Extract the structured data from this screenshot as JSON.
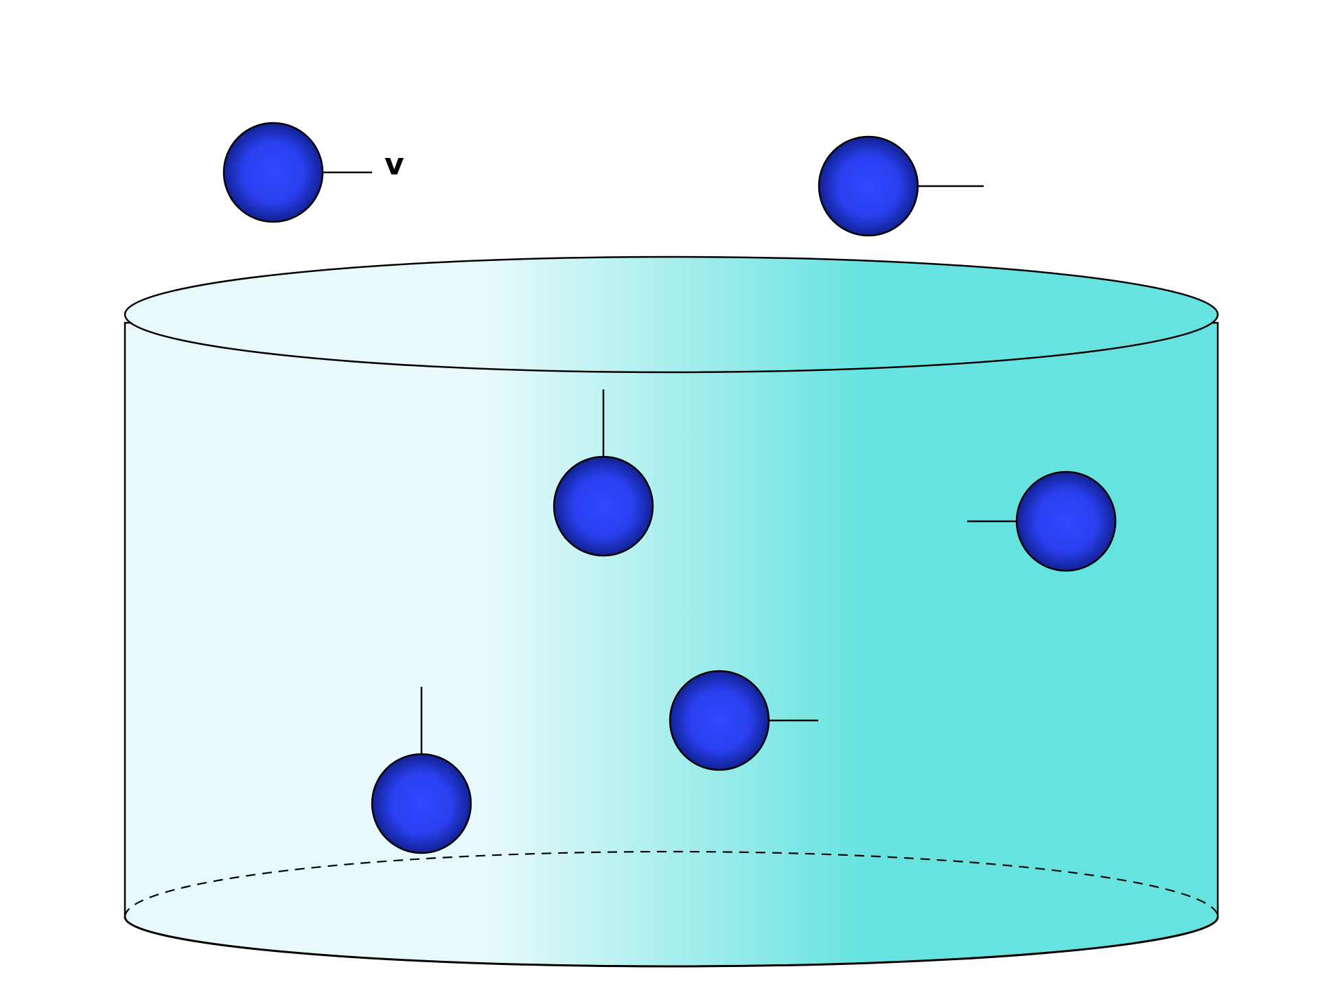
{
  "diagram": {
    "velocity_symbol": "v",
    "colors": {
      "liquid_light": "#e8f9fb",
      "liquid_dark": "#66e3e0",
      "sphere_core": "#2f49ff",
      "sphere_edge": "#0b1a7a",
      "outline": "#000000",
      "arrow": "#000000"
    },
    "container": {
      "shape": "cylinder",
      "bottom_rim": "dashed"
    },
    "particles": [
      {
        "id": "outside-left",
        "location": "outside",
        "direction": "right",
        "labeled": true
      },
      {
        "id": "outside-right",
        "location": "outside",
        "direction": "right",
        "labeled": false
      },
      {
        "id": "inside-center-top",
        "location": "inside",
        "direction": "up",
        "labeled": false
      },
      {
        "id": "inside-right",
        "location": "inside",
        "direction": "left",
        "labeled": false
      },
      {
        "id": "inside-center-bottom",
        "location": "inside",
        "direction": "right",
        "labeled": false
      },
      {
        "id": "inside-left-bottom",
        "location": "inside",
        "direction": "up",
        "labeled": false
      }
    ]
  }
}
